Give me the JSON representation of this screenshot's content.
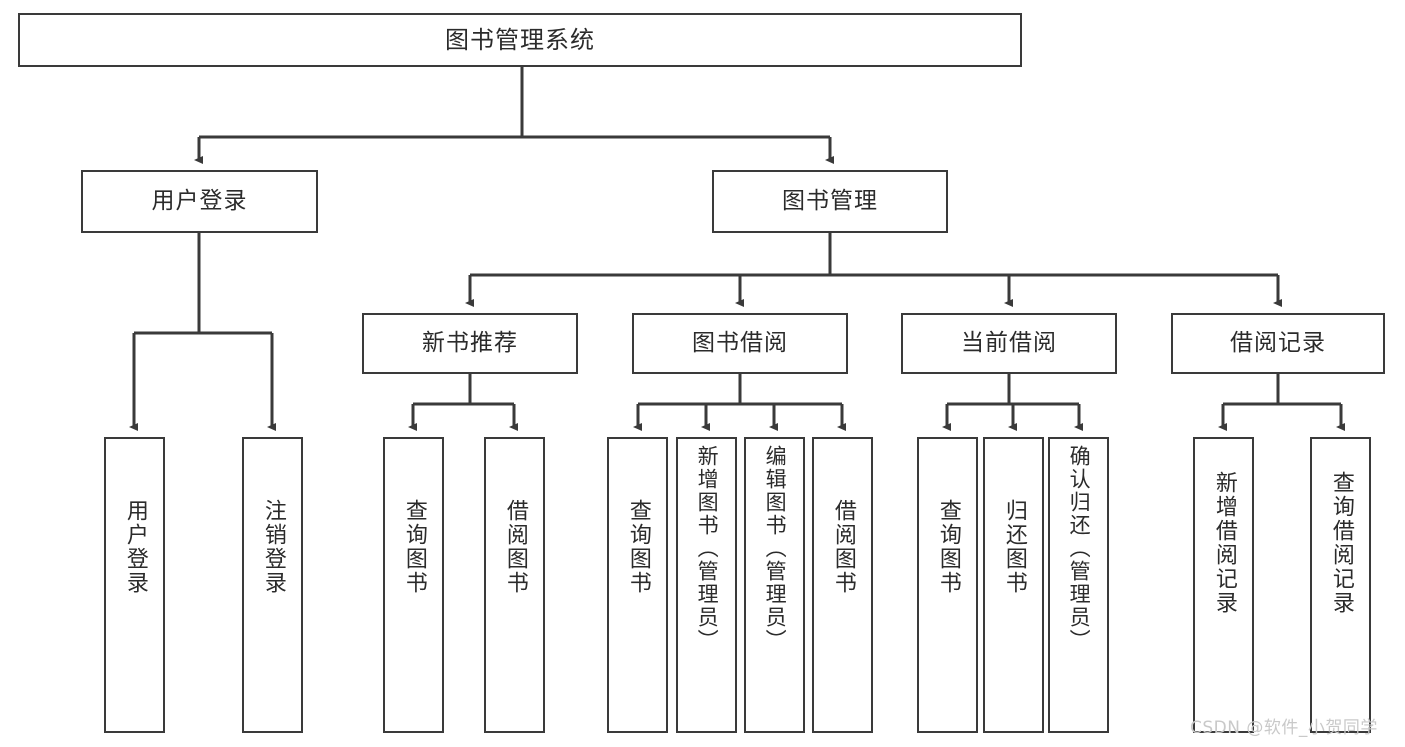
{
  "diagram": {
    "type": "tree-hierarchy",
    "title": "图书管理系统",
    "root": {
      "label": "图书管理系统"
    },
    "level2": [
      {
        "id": "user-login",
        "label": "用户登录"
      },
      {
        "id": "book-manage",
        "label": "图书管理"
      }
    ],
    "level3": [
      {
        "id": "new-book-recommend",
        "label": "新书推荐"
      },
      {
        "id": "book-borrow",
        "label": "图书借阅"
      },
      {
        "id": "current-borrow",
        "label": "当前借阅"
      },
      {
        "id": "borrow-record",
        "label": "借阅记录"
      }
    ],
    "leaves": {
      "user_login": [
        {
          "id": "leaf-user-login",
          "label": "用户登录"
        },
        {
          "id": "leaf-logout-login",
          "label": "注销登录"
        }
      ],
      "new_book_recommend": [
        {
          "id": "leaf-query-book-1",
          "label": "查询图书"
        },
        {
          "id": "leaf-borrow-book-1",
          "label": "借阅图书"
        }
      ],
      "book_borrow": [
        {
          "id": "leaf-query-book-2",
          "label": "查询图书"
        },
        {
          "id": "leaf-add-book",
          "label": "新增图书（管理员）"
        },
        {
          "id": "leaf-edit-book",
          "label": "编辑图书（管理员）"
        },
        {
          "id": "leaf-borrow-book-2",
          "label": "借阅图书"
        }
      ],
      "current_borrow": [
        {
          "id": "leaf-query-book-3",
          "label": "查询图书"
        },
        {
          "id": "leaf-return-book",
          "label": "归还图书"
        },
        {
          "id": "leaf-confirm-return",
          "label": "确认归还（管理员）"
        }
      ],
      "borrow_record": [
        {
          "id": "leaf-add-record",
          "label": "新增借阅记录"
        },
        {
          "id": "leaf-query-record",
          "label": "查询借阅记录"
        }
      ]
    },
    "colors": {
      "stroke": "#3a3a3a",
      "fill": "#ffffff",
      "text": "#2b2b2b",
      "watermark": "#c9c9c9"
    }
  },
  "watermark": {
    "text": "CSDN @软件_小贺同学"
  }
}
